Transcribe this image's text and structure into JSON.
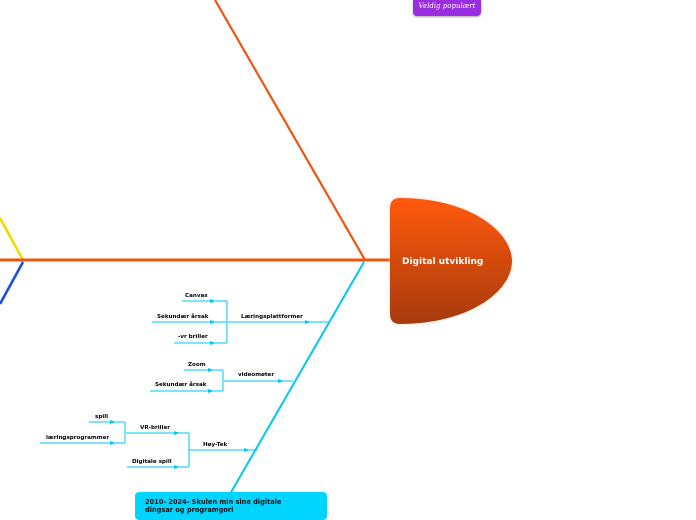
{
  "head": {
    "label": "Digital utvikling",
    "color": "#e84a0c"
  },
  "badge": {
    "label": "Veldig populært",
    "color": "#9a2ddf"
  },
  "bottom_box": {
    "line1": "2010- 2024- Skulen min sine digitale",
    "line2": "dingsar og programgori",
    "color": "#00d4ff"
  },
  "branches": {
    "laeringsplattformer": {
      "label": "Læringsplattformer",
      "children": [
        "Canvas",
        "Sekundær årsak",
        "-vr briller"
      ]
    },
    "videomoter": {
      "label": "videomøter",
      "children": [
        "Zoom",
        "Sekundær årsak"
      ]
    },
    "hoy_tek": {
      "label": "Høy-Tek"
    },
    "vr_briller": {
      "label": "VR-briller",
      "children": [
        "spill",
        "læringsprogrammer"
      ]
    },
    "digitale_spill": {
      "label": "Digitale spill"
    }
  },
  "colors": {
    "spine": "#e8560f",
    "cyan": "#00c8f0",
    "yellow": "#f5d800",
    "blue": "#1b4fe0"
  }
}
